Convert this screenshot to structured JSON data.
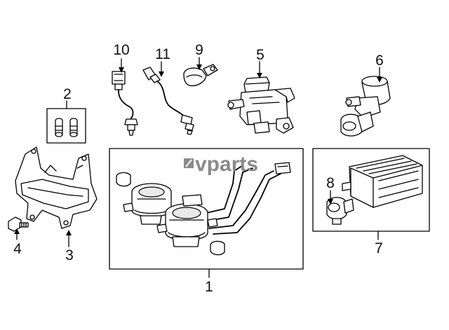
{
  "watermark": {
    "text": "vparts"
  },
  "callouts": [
    {
      "id": "1",
      "label": "1"
    },
    {
      "id": "2",
      "label": "2"
    },
    {
      "id": "3",
      "label": "3"
    },
    {
      "id": "4",
      "label": "4"
    },
    {
      "id": "5",
      "label": "5"
    },
    {
      "id": "6",
      "label": "6"
    },
    {
      "id": "7",
      "label": "7"
    },
    {
      "id": "8",
      "label": "8"
    },
    {
      "id": "9",
      "label": "9"
    },
    {
      "id": "10",
      "label": "10"
    },
    {
      "id": "11",
      "label": "11"
    }
  ],
  "colors": {
    "line": "#000000",
    "watermark": "#8a8a8a",
    "background": "#ffffff"
  }
}
